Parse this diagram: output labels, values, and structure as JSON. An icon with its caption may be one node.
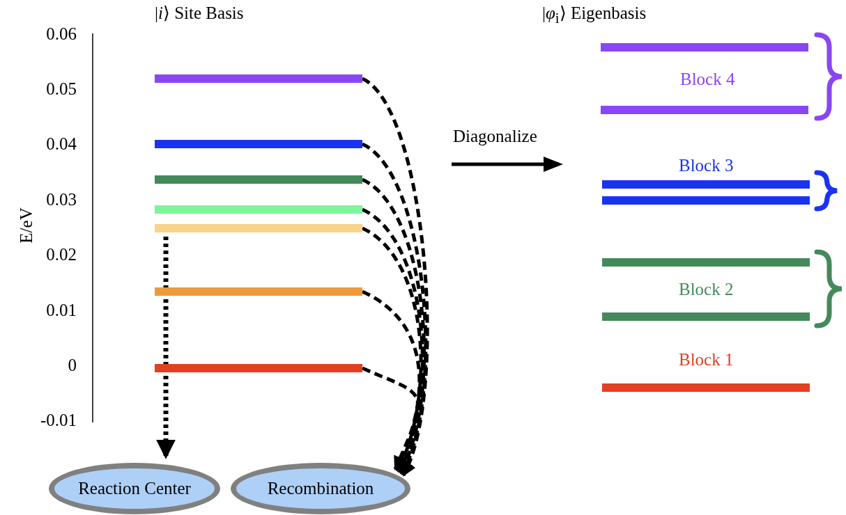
{
  "diagram": {
    "nodes": [
      {
        "text": [],
        "shape": "bar"
      },
      {
        "text": [],
        "shape": "bar"
      },
      {
        "text": [],
        "shape": "bar"
      },
      {
        "text": [],
        "shape": "bar"
      },
      {
        "text": [],
        "shape": "bar"
      },
      {
        "text": [],
        "shape": "bar"
      },
      {
        "text": [],
        "shape": "bar"
      },
      {
        "text": [],
        "shape": "bar"
      },
      {
        "text": [],
        "shape": "bar"
      },
      {
        "text": [],
        "shape": "bar"
      },
      {
        "text": [],
        "shape": "bar"
      },
      {
        "text": [],
        "shape": "bar"
      },
      {
        "text": [],
        "shape": "bar"
      },
      {
        "text": [],
        "shape": "bar"
      },
      {
        "text": [
          "Reaction Center"
        ]
      },
      {
        "text": [
          "Recombination"
        ]
      }
    ],
    "edges": [
      {
        "from": 0,
        "to": 15,
        "arrow": "to",
        "style": "dashed"
      },
      {
        "from": 1,
        "to": 15,
        "arrow": "to",
        "style": "dashed"
      },
      {
        "from": 2,
        "to": 15,
        "arrow": "to",
        "style": "dashed"
      },
      {
        "from": 3,
        "to": 15,
        "arrow": "to",
        "style": "dashed"
      },
      {
        "from": 4,
        "to": 15,
        "arrow": "to",
        "style": "dashed"
      },
      {
        "from": 4,
        "to": 14,
        "arrow": "to",
        "style": "dashed"
      },
      {
        "from": 5,
        "to": 15,
        "arrow": "to",
        "style": "dashed"
      },
      {
        "from": 6,
        "to": 15,
        "arrow": "to",
        "style": "dashed"
      }
    ],
    "labels": [
      "|*i*⟩ Site Basis",
      "|*φ*$_{i}$⟩ Eigenbasis",
      "0.06",
      "0.05",
      "0.04",
      "0.03",
      "0.02",
      "0.01",
      "0",
      "-0.01",
      "E/eV",
      "Diagonalize",
      "Block 4",
      "Block 3",
      "Block 2",
      "Block 1"
    ]
  }
}
